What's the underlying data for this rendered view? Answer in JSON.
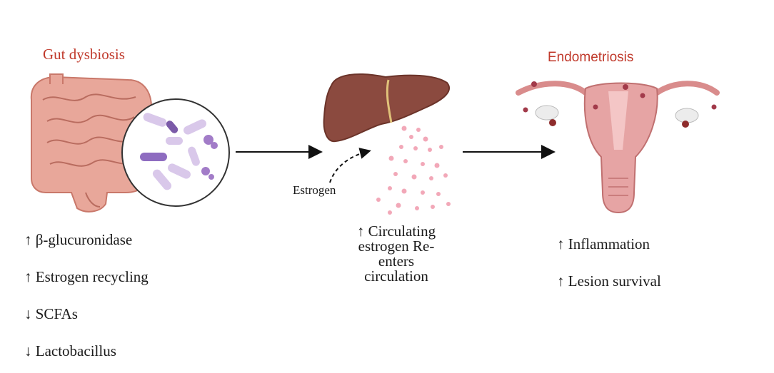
{
  "gut": {
    "title": "Gut dysbiosis",
    "effects": [
      "↑ β-glucuronidase",
      "↑ Estrogen recycling",
      "↓ SCFAs",
      "↓ Lactobacillus"
    ]
  },
  "liver": {
    "estrogen_label": "Estrogen",
    "caption_lines": [
      "↑ Circulating",
      "estrogen Re-",
      "enters",
      "circulation"
    ]
  },
  "endo": {
    "title": "Endometriosis",
    "effects": [
      "↑ Inflammation",
      "↑ Lesion survival"
    ]
  },
  "colors": {
    "heading": "#c0392b",
    "intestine": "#e8a79a",
    "liver": "#8b4a3f",
    "droplets": "#f2a8b8",
    "uterus": "#e6a4a4"
  }
}
